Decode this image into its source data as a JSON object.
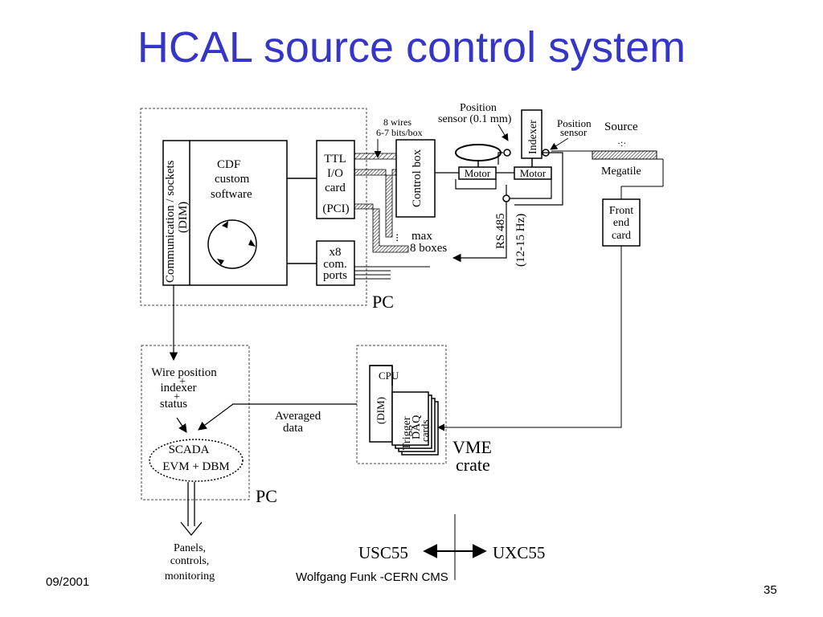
{
  "slide": {
    "title": "HCAL source control system",
    "date": "09/2001",
    "author": "Wolfgang Funk -CERN  CMS",
    "page_number": "35"
  },
  "diagram": {
    "comm_label_line1": "Communication / sockets",
    "comm_label_line2": "(DIM)",
    "cdf_line1": "CDF",
    "cdf_line2": "custom",
    "cdf_line3": "software",
    "ttl_line1": "TTL",
    "ttl_line2": "I/O",
    "ttl_line3": "card",
    "ttl_line4": "(PCI)",
    "x8_line1": "x8",
    "x8_line2": "com.",
    "x8_line3": "ports",
    "wires_line1": "8 wires",
    "wires_line2": "6-7 bits/box",
    "control_box": "Control box",
    "dots": "...",
    "max_line1": "max",
    "max_line2": "8 boxes",
    "pos_sensor_line1": "Position",
    "pos_sensor_line2": "sensor (0.1 mm)",
    "motor1": "Motor",
    "motor2": "Motor",
    "indexer": "Indexer",
    "pos_sensor2_line1": "Position",
    "pos_sensor2_line2": "sensor",
    "source": "Source",
    "megatile": "Megatile",
    "front_end_line1": "Front",
    "front_end_line2": "end",
    "front_end_line3": "card",
    "rs485": "RS 485",
    "rs485_rate": "(12-15 Hz)",
    "pc_top": "PC",
    "wire_line1": "Wire position",
    "wire_plus1": "+",
    "wire_line2": "indexer",
    "wire_plus2": "+",
    "wire_line3": "status",
    "scada_line1": "SCADA",
    "scada_line2": "EVM + DBM",
    "pc_bottom": "PC",
    "panels_line1": "Panels,",
    "panels_line2": "controls,",
    "panels_line3": "monitoring",
    "averaged_line1": "Averaged",
    "averaged_line2": "data",
    "cpu": "CPU",
    "cpu_dim": "(DIM)",
    "trigger_line1": "Trigger",
    "trigger_line2": "DAQ",
    "trigger_line3": "cards",
    "vme_line1": "VME",
    "vme_line2": "crate",
    "usc55": "USC55",
    "uxc55": "UXC55"
  }
}
